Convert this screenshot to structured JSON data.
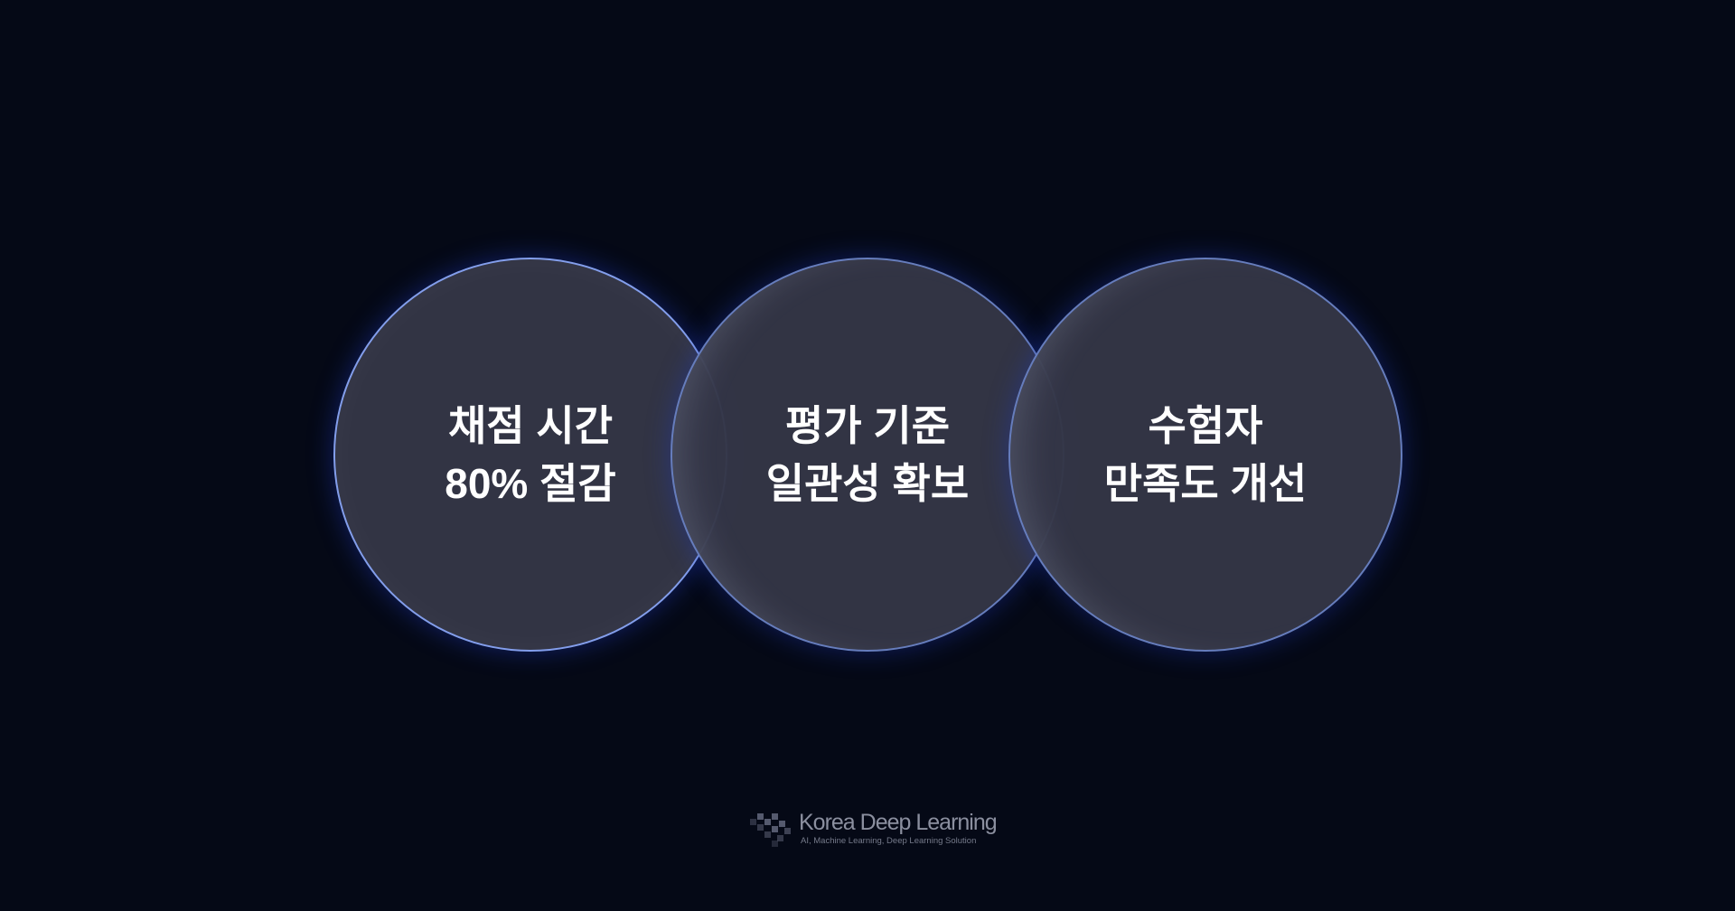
{
  "circles": [
    {
      "line1": "채점 시간",
      "line2": "80% 절감"
    },
    {
      "line1": "평가 기준",
      "line2": "일관성 확보"
    },
    {
      "line1": "수험자",
      "line2": "만족도 개선"
    }
  ],
  "logo": {
    "name": "Korea Deep Learning",
    "tagline": "AI, Machine Learning, Deep Learning Solution"
  }
}
